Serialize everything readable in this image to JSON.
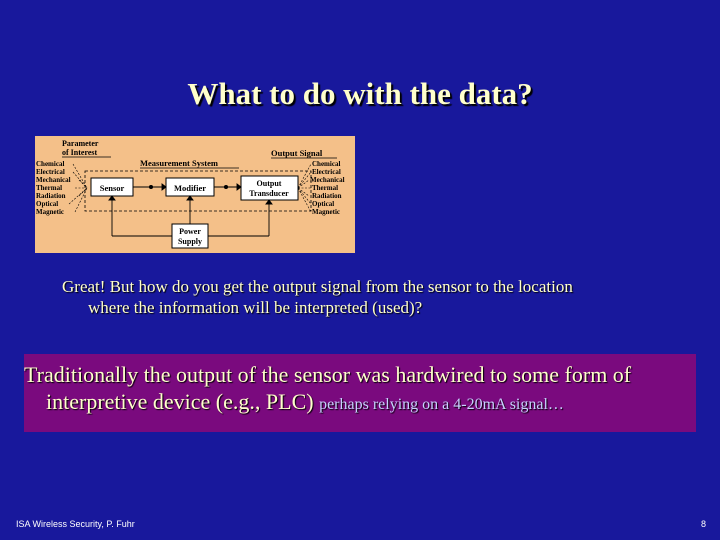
{
  "slide": {
    "title": "What to do with the data?",
    "paragraph1_line1": "Great! But how do you get the output signal from the sensor to the location",
    "paragraph1_line2": "where the information will be interpreted (used)?",
    "paragraph2_line1": "Traditionally the output of the sensor was hardwired to some form of",
    "paragraph2_line2": "interpretive device (e.g., PLC)",
    "paragraph2_small": "perhaps relying on a 4-20mA signal…"
  },
  "diagram": {
    "parameter_heading_1": "Parameter",
    "parameter_heading_2": "of Interest",
    "measurement_system": "Measurement System",
    "output_signal": "Output Signal",
    "input_types": [
      "Chemical",
      "Electrical",
      "Mechanical",
      "Thermal",
      "Radiation",
      "Optical",
      "Magnetic"
    ],
    "output_types": [
      "Chemical",
      "Electrical",
      "Mechanical",
      "Thermal",
      "Radiation",
      "Optical",
      "Magnetic"
    ],
    "sensor": "Sensor",
    "modifier": "Modifier",
    "output_transducer_1": "Output",
    "output_transducer_2": "Transducer",
    "power_supply_1": "Power",
    "power_supply_2": "Supply",
    "background_color": "#f4c089"
  },
  "footer": {
    "left": "ISA Wireless Security, P. Fuhr",
    "page": "8"
  },
  "colors": {
    "background": "#18189c",
    "title_text": "#ffffcc",
    "highlight": "#7a0a7e"
  }
}
